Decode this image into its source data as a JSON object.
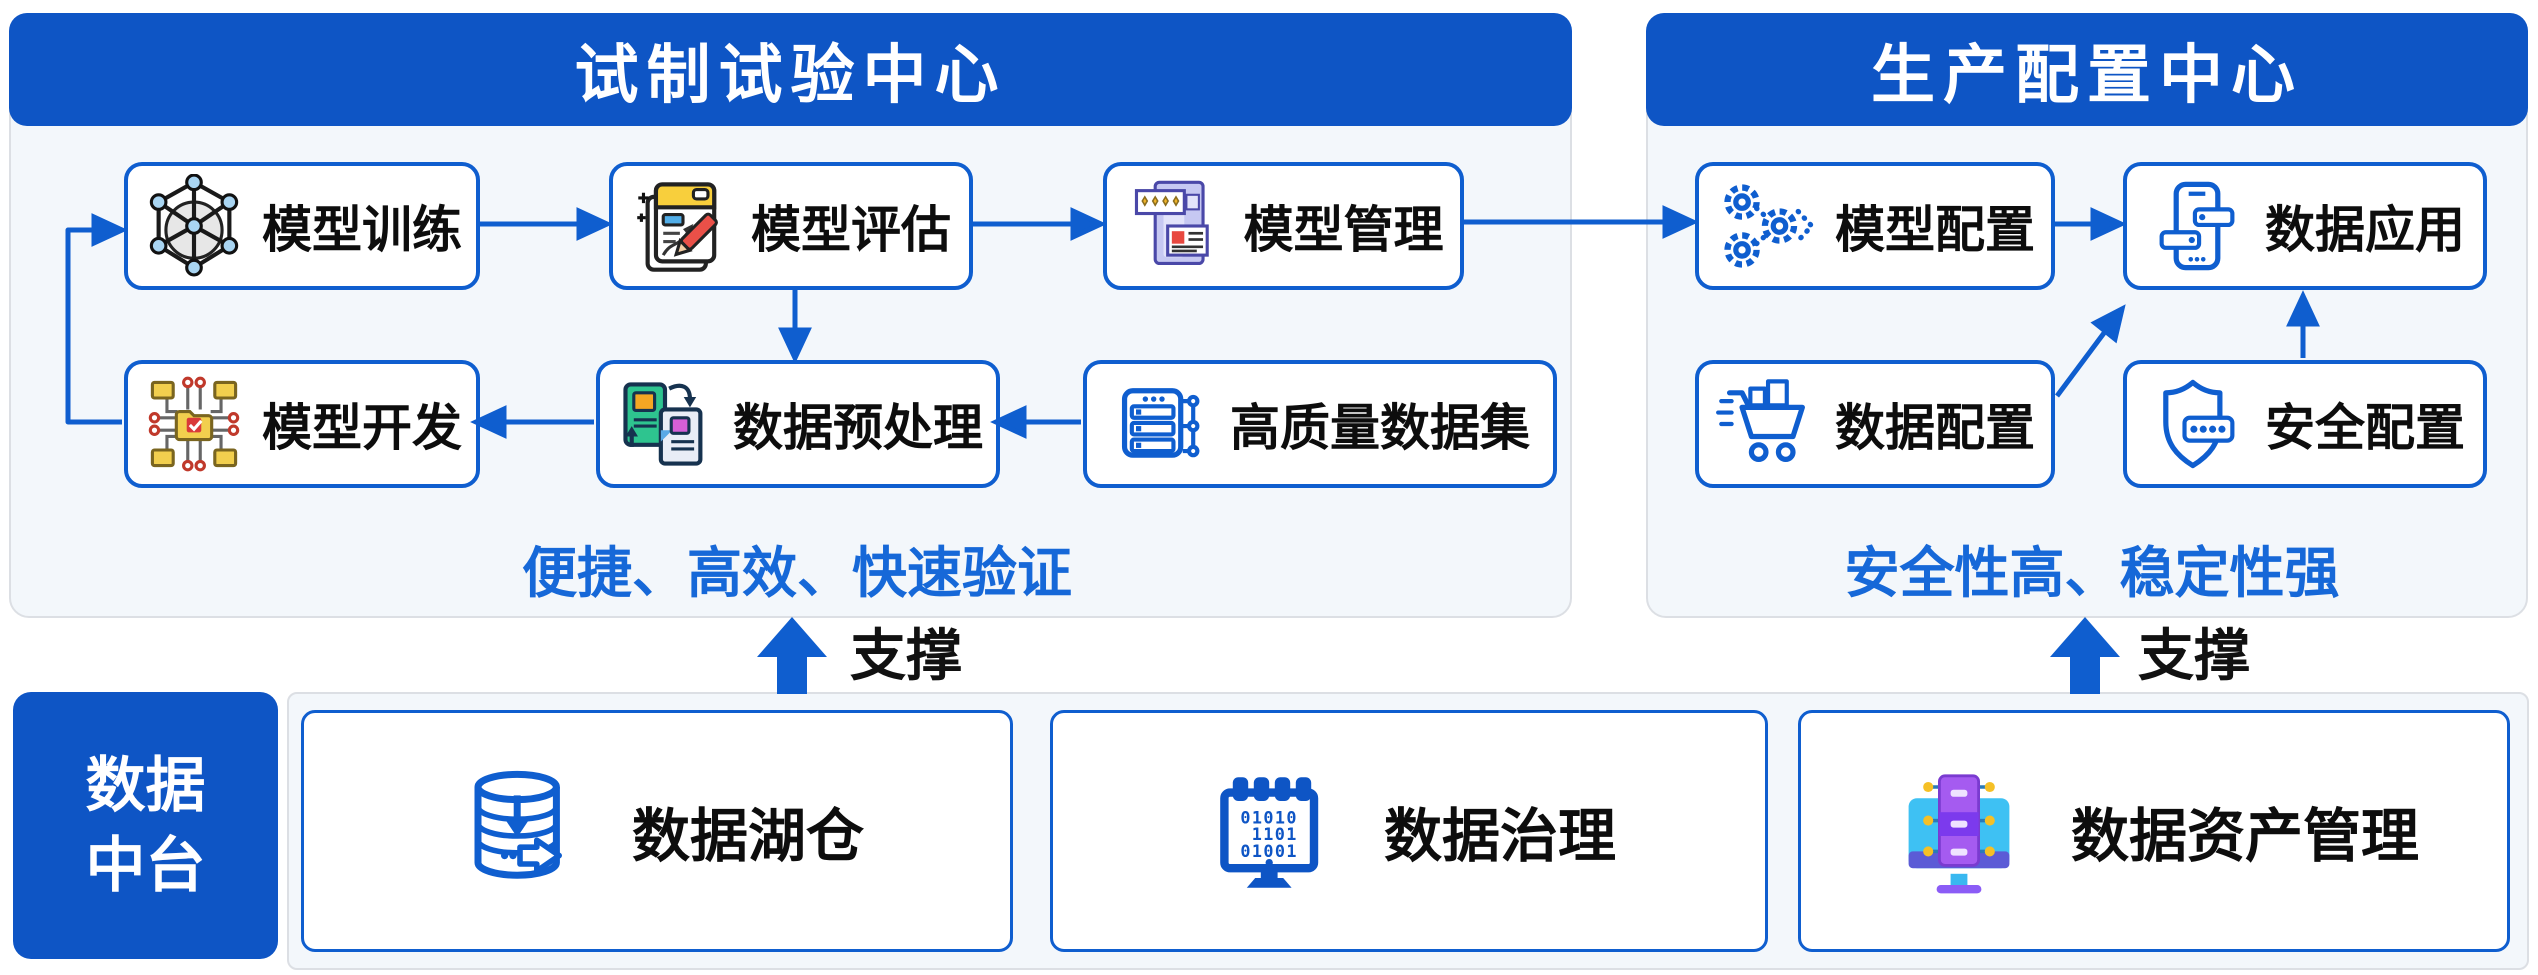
{
  "panels": {
    "trial": {
      "title": "试制试验中心",
      "caption": "便捷、高效、快速验证",
      "boxes": [
        {
          "label": "模型训练",
          "icon": "model-training-icon"
        },
        {
          "label": "模型评估",
          "icon": "model-evaluation-icon"
        },
        {
          "label": "模型管理",
          "icon": "model-management-icon"
        },
        {
          "label": "模型开发",
          "icon": "model-development-icon"
        },
        {
          "label": "数据预处理",
          "icon": "data-preprocessing-icon"
        },
        {
          "label": "高质量数据集",
          "icon": "high-quality-dataset-icon"
        }
      ]
    },
    "production": {
      "title": "生产配置中心",
      "caption": "安全性高、稳定性强",
      "boxes": [
        {
          "label": "模型配置",
          "icon": "model-config-icon"
        },
        {
          "label": "数据应用",
          "icon": "data-application-icon"
        },
        {
          "label": "数据配置",
          "icon": "data-config-icon"
        },
        {
          "label": "安全配置",
          "icon": "security-config-icon"
        }
      ]
    }
  },
  "foundation": {
    "label_line1": "数据",
    "label_line2": "中台",
    "support_labels": [
      "支撑",
      "支撑"
    ],
    "governance_binary": [
      "01010",
      "1101",
      "01001"
    ],
    "boxes": [
      {
        "label": "数据湖仓",
        "icon": "data-lakehouse-icon"
      },
      {
        "label": "数据治理",
        "icon": "data-governance-icon"
      },
      {
        "label": "数据资产管理",
        "icon": "data-asset-management-icon"
      }
    ]
  },
  "colors": {
    "header_blue": "#0e55c5",
    "accent_blue": "#0f5ecf",
    "caption_blue": "#1668d8",
    "panel_bg": "#f3f7fb",
    "panel_border": "#dcdfe4"
  }
}
